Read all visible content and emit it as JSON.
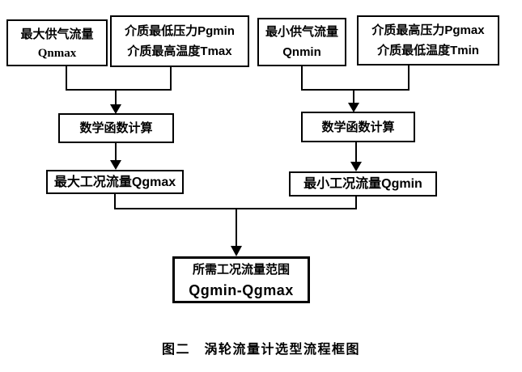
{
  "diagram_title": "图二　涡轮流量计选型流程框图",
  "nodes": {
    "qnmax": {
      "line1": "最大供气流量",
      "line2": "Qnmax"
    },
    "pgmin_tmax": {
      "line1": "介质最低压力Pgmin",
      "line2": "介质最高温度Tmax"
    },
    "qnmin": {
      "line1": "最小供气流量",
      "line2": "Qnmin"
    },
    "pgmax_tmin": {
      "line1": "介质最高压力Pgmax",
      "line2": "介质最低温度Tmin"
    },
    "calc_left": {
      "label": "数学函数计算"
    },
    "calc_right": {
      "label": "数学函数计算"
    },
    "qgmax": {
      "label": "最大工况流量Qgmax"
    },
    "qgmin": {
      "label": "最小工况流量Qgmin"
    },
    "result": {
      "line1": "所需工况流量范围",
      "line2": "Qgmin-Qgmax"
    }
  },
  "colors": {
    "line": "#000000",
    "text": "#000000",
    "background": "#ffffff"
  }
}
